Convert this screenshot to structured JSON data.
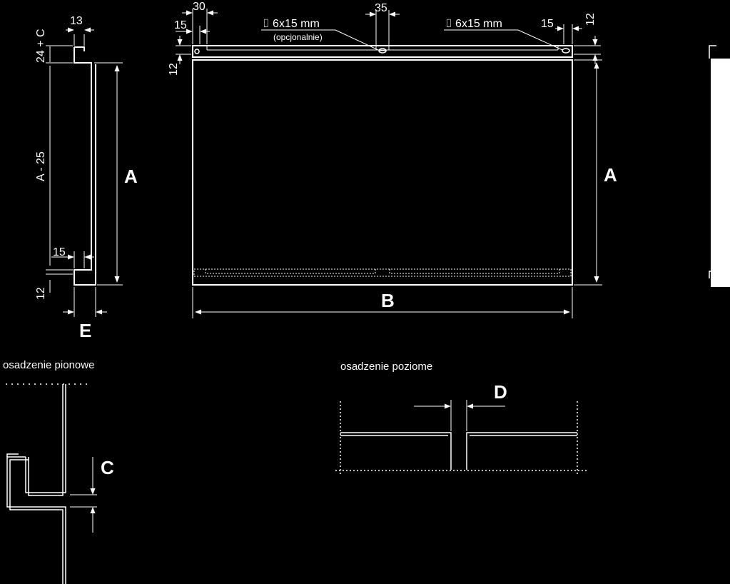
{
  "dimensions": {
    "left_top_width": "13",
    "left_top_height": "24 + C",
    "left_body_height": "A - 25",
    "left_bottom_width": "15",
    "left_bottom_height": "12",
    "left_depth": "E",
    "left_height": "A",
    "front_offset_30": "30",
    "front_offset_15": "15",
    "front_center_35": "35",
    "front_right_15": "15",
    "front_right_12": "12",
    "front_left_12": "12",
    "front_height": "A",
    "front_width": "B"
  },
  "slots": {
    "left_label": "⌷ 6x15 mm",
    "left_note": "(opcjonalnie)",
    "right_label": "⌷ 6x15 mm"
  },
  "captions": {
    "vertical": "osadzenie pionowe",
    "horizontal": "osadzenie poziome"
  },
  "details": {
    "gap_vertical": "C",
    "gap_horizontal": "D"
  }
}
